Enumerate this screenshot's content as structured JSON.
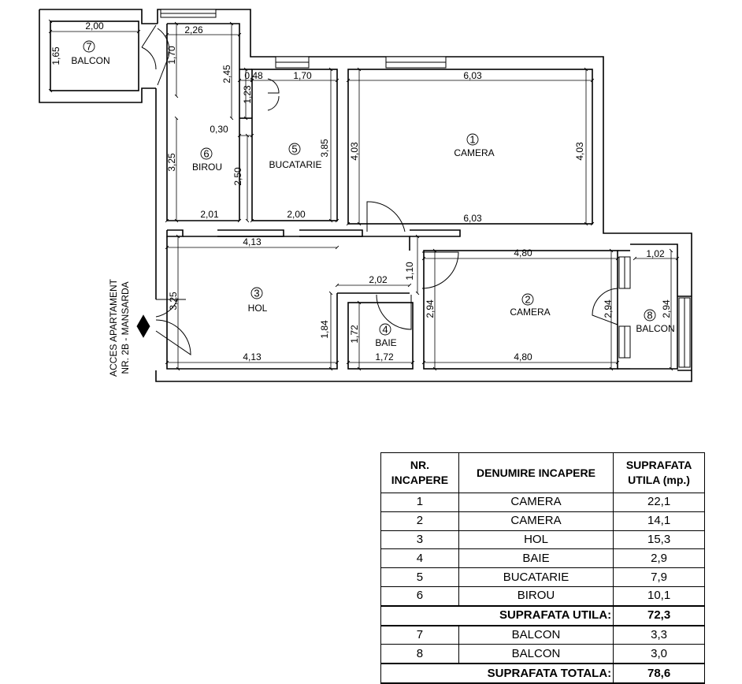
{
  "rooms": [
    {
      "num": "1",
      "name": "CAMERA"
    },
    {
      "num": "2",
      "name": "CAMERA"
    },
    {
      "num": "3",
      "name": "HOL"
    },
    {
      "num": "4",
      "name": "BAIE"
    },
    {
      "num": "5",
      "name": "BUCATARIE"
    },
    {
      "num": "6",
      "name": "BIROU"
    },
    {
      "num": "7",
      "name": "BALCON"
    },
    {
      "num": "8",
      "name": "BALCON"
    }
  ],
  "dimensions": {
    "balcon7_width": "2,00",
    "balcon7_height": "1,65",
    "balcon7_door": "1,70",
    "birou_top": "2,26",
    "birou_right_upper": "2,45",
    "birou_left": "3,25",
    "birou_bottom": "2,01",
    "birou_niche": "0,30",
    "birou_right_lower": "2,50",
    "closet_width": "0,48",
    "closet_height": "1,23",
    "bucatarie_top": "1,70",
    "bucatarie_height": "3,85",
    "bucatarie_bottom": "2,00",
    "camera1_top": "6,03",
    "camera1_left": "4,03",
    "camera1_right": "4,03",
    "camera1_bottom": "6,03",
    "hol_top": "4,13",
    "hol_left": "3,25",
    "hol_notch": "2,02",
    "hol_door": "1,10",
    "hol_right": "1,84",
    "hol_bottom": "4,13",
    "baie_height": "1,72",
    "baie_bottom": "1,72",
    "camera2_top": "4,80",
    "camera2_left": "2,94",
    "camera2_right": "2,94",
    "camera2_bottom": "4,80",
    "balcon8_top": "1,02",
    "balcon8_height": "2,94"
  },
  "entrance": {
    "line1": "ACCES APARTAMENT",
    "line2": "NR. 2B - MANSARDA"
  },
  "table": {
    "headers": {
      "nr_line1": "NR.",
      "nr_line2": "INCAPERE",
      "name": "DENUMIRE INCAPERE",
      "area_line1": "SUPRAFATA",
      "area_line2": "UTILA  (mp.)"
    },
    "rows": [
      {
        "nr": "1",
        "name": "CAMERA",
        "area": "22,1"
      },
      {
        "nr": "2",
        "name": "CAMERA",
        "area": "14,1"
      },
      {
        "nr": "3",
        "name": "HOL",
        "area": "15,3"
      },
      {
        "nr": "4",
        "name": "BAIE",
        "area": "2,9"
      },
      {
        "nr": "5",
        "name": "BUCATARIE",
        "area": "7,9"
      },
      {
        "nr": "6",
        "name": "BIROU",
        "area": "10,1"
      }
    ],
    "useful_total": {
      "label": "SUPRAFATA UTILA:",
      "value": "72,3"
    },
    "balcony_rows": [
      {
        "nr": "7",
        "name": "BALCON",
        "area": "3,3"
      },
      {
        "nr": "8",
        "name": "BALCON",
        "area": "3,0"
      }
    ],
    "grand_total": {
      "label": "SUPRAFATA TOTALA:",
      "value": "78,6"
    }
  }
}
